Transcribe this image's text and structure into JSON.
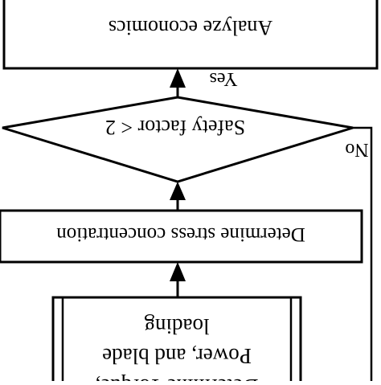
{
  "flowchart": {
    "analyze_label": "Analyze economics",
    "decision_label": "Safety factor < 2",
    "yes_label": "Yes",
    "no_label": "No",
    "stress_label": "Determine stress concentration",
    "input_lines": [
      "loading",
      "Power, and blade",
      "Determine Torque,"
    ]
  },
  "colors": {
    "stroke": "#000000",
    "background": "#ffffff"
  }
}
